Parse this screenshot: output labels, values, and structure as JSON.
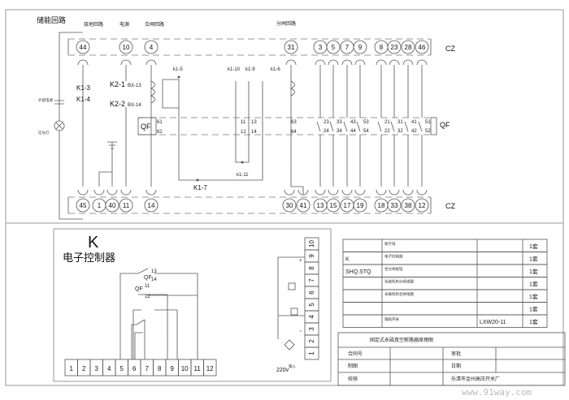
{
  "sections": {
    "energy_storage": "储能回路",
    "grounding": "接地回路",
    "power": "电源",
    "closing": "合闸回路",
    "opening": "分闸回路"
  },
  "side": {
    "external_power": "外部电源",
    "signal_lamp": "信号灯"
  },
  "top_terminals": [
    "44",
    "10",
    "4",
    "31",
    "3",
    "5",
    "7",
    "9",
    "8",
    "23",
    "28",
    "46"
  ],
  "bottom_terminals": [
    "45",
    "1",
    "40",
    "11",
    "14",
    "30",
    "41",
    "13",
    "15",
    "17",
    "19",
    "18",
    "33",
    "38",
    "12"
  ],
  "cz_label": "CZ",
  "qf_label": "QF",
  "labels": {
    "k13": "K1-3",
    "k14": "K1-4",
    "k21": "K2-1",
    "bx13": "BX-13",
    "k22": "K2-2",
    "bx14": "BX-14",
    "k15": "k1-5",
    "k110": "k1-10",
    "k19": "k1-9",
    "k16": "k1-6",
    "k111": "k1-11",
    "k17": "K1-7"
  },
  "qf_contacts": {
    "c61": "61",
    "c62": "62",
    "c11": "11",
    "c13": "13",
    "c12": "12",
    "c14": "14",
    "c63": "63",
    "c64": "64"
  },
  "aux_contacts": [
    [
      "23",
      "24"
    ],
    [
      "33",
      "34"
    ],
    [
      "43",
      "44"
    ],
    [
      "53",
      "54"
    ],
    [
      "21",
      "22"
    ],
    [
      "31",
      "32"
    ],
    [
      "41",
      "42"
    ],
    [
      "51",
      "52"
    ]
  ],
  "controller": {
    "k": "K",
    "title": "电子控制器",
    "qf": "QF",
    "n13": "13",
    "n14": "14",
    "n11": "11",
    "n12": "12",
    "input": "220v",
    "input_suffix": "输入",
    "bottom_terminals": [
      "1",
      "2",
      "3",
      "4",
      "5",
      "6",
      "7",
      "8",
      "9",
      "10",
      "11",
      "12"
    ],
    "side_terminals": [
      "10",
      "9",
      "8",
      "7",
      "6",
      "5",
      "4",
      "3",
      "2",
      "1"
    ],
    "plus": "+",
    "tilde": "~"
  },
  "bom": [
    [
      "",
      "端子排",
      "",
      "1套"
    ],
    [
      "K",
      "电子控制器",
      "",
      "1套"
    ],
    [
      "SHQ.STQ",
      "合分闸按钮",
      "",
      "1套"
    ],
    [
      "",
      "永磁机构分闸线圈",
      "",
      "1套"
    ],
    [
      "",
      "永磁机构合闸线圈",
      "",
      "1套"
    ],
    [
      "",
      "",
      "",
      "1套"
    ],
    [
      "",
      "辅助开关",
      "LXW20-11",
      "1套"
    ]
  ],
  "title_block": {
    "title": "固定式永磁真空断路器原理图",
    "contract_no": "合同号",
    "approve": "审批",
    "drawn": "制图",
    "date": "日期",
    "check": "校核",
    "company": "乐清市金州高压开关厂"
  },
  "watermark": "www.91way.com"
}
